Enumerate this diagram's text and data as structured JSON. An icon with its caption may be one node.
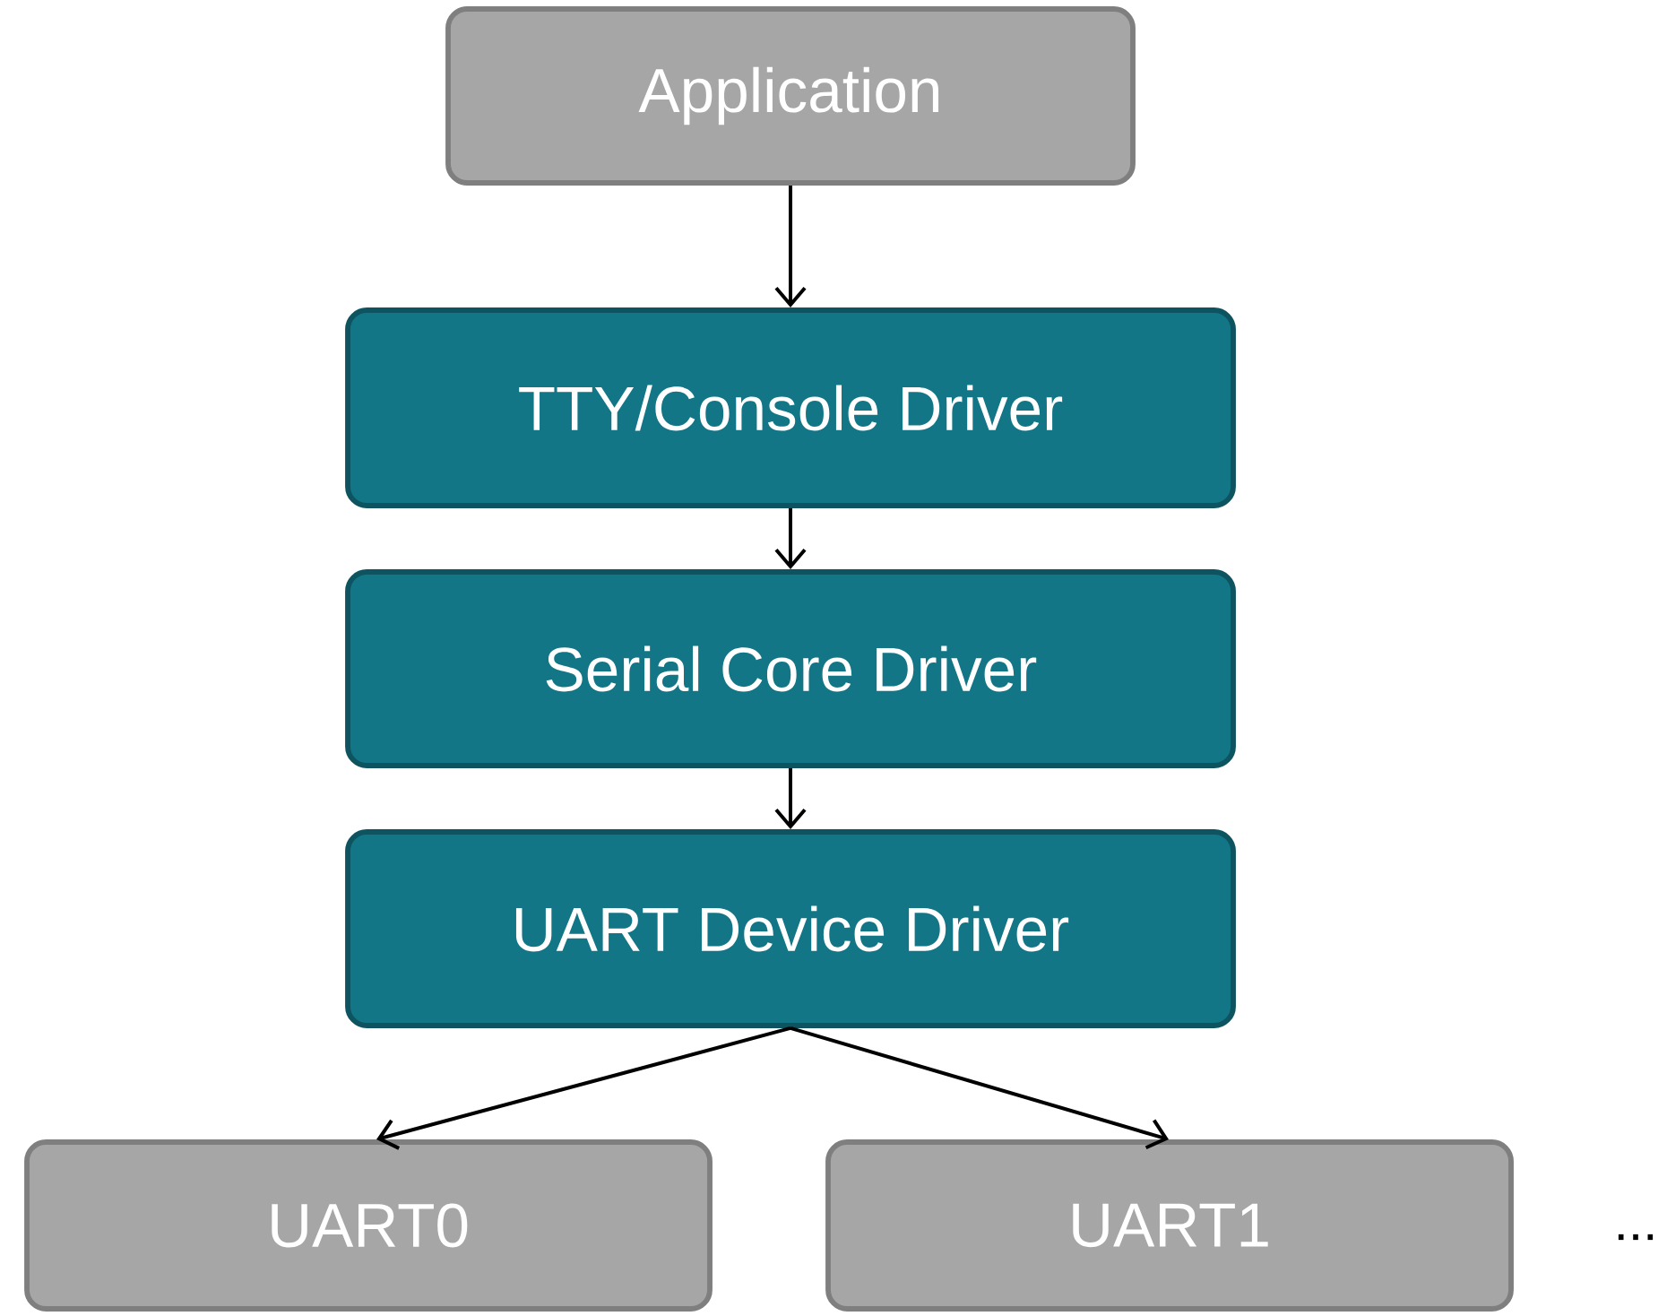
{
  "diagram": {
    "nodes": [
      {
        "text": [
          "Application"
        ]
      },
      {
        "text": [
          "TTY/Console Driver"
        ]
      },
      {
        "text": [
          "Serial Core Driver"
        ]
      },
      {
        "text": [
          "UART Device Driver"
        ]
      },
      {
        "text": [
          "UART0"
        ]
      },
      {
        "text": [
          "UART1"
        ]
      }
    ],
    "edges": [
      {
        "from": 0,
        "to": 1,
        "arrow": "to"
      },
      {
        "from": 1,
        "to": 2,
        "arrow": "to"
      },
      {
        "from": 2,
        "to": 3,
        "arrow": "to"
      },
      {
        "from": 3,
        "to": 4,
        "arrow": "to"
      },
      {
        "from": 3,
        "to": 5,
        "arrow": "to"
      }
    ],
    "labels": [
      "..."
    ]
  }
}
